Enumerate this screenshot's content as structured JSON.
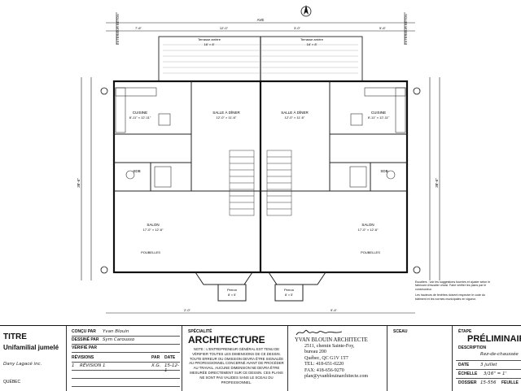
{
  "plan": {
    "top_dim": "AVE",
    "left_wall_note": "EXTÉRIEUR BÉTON",
    "right_wall_note": "EXTÉRIEUR BÉTON",
    "terrasse": "Terrasse arrière",
    "terrasse_dim": "16' × 8'",
    "rooms": {
      "cuisine": "CUISINE",
      "cuisine_dim": "8'-11\" × 12'-11\"",
      "salle_a_diner": "SALLE À DÎNER",
      "salle_dim": "12'-0\" × 11'-6\"",
      "sdb": "SDB",
      "salon": "SALON",
      "salon_dim": "17'-0\" × 12'-6\"",
      "poubelles": "POUBELLES",
      "perron": "Perron",
      "perron_dim": "8' × 5'"
    },
    "dims": {
      "overall": "38'-6\"",
      "side": "38'-6\"",
      "d1": "7'-6\"",
      "d2": "12'-0\"",
      "d3": "3'-0\"",
      "d4": "5'-6\"",
      "d5": "2'-0\"",
      "d6": "9'-4\""
    },
    "notes_right": "Escaliers : voir les suggestions fournies et ajuster selon le fabricant d'escalier choisi. Faire vérifier les plans par le constructeur.",
    "notes_right2": "Les hauteurs de fenêtres doivent respecter le code du bâtiment et les normes municipales en vigueur."
  },
  "title_block": {
    "titre_label": "TITRE",
    "titre_value": "Unifamilial jumelé",
    "client": "Dany Lagacé inc.",
    "location": "QUÉBEC",
    "concu_par_label": "CONÇU PAR",
    "concu_par_value": "Yvan Blouin",
    "dessine_par_label": "DESSINÉ PAR",
    "dessine_par_value": "Sym Carousso",
    "verifie_par_label": "VÉRIFIÉ PAR",
    "revisions_label": "RÉVISIONS",
    "par_label": "PAR",
    "date_label": "DATE",
    "revision_no": "1",
    "revision_text": "RÉVISION 1",
    "revision_par": "X.G.",
    "revision_date": "15-12-1",
    "specialite_label": "SPÉCIALITÉ",
    "specialite_value": "ARCHITECTURE",
    "note_text": "NOTE : L'ENTREPRENEUR GÉNÉRAL EST TENU DE VÉRIFIER TOUTES LES DIMENSIONS DE CE DESSIN. TOUTE ERREUR OU OMISSION DEVRA ÊTRE SIGNALÉE AU PROFESSIONNEL CONCERNÉ AVANT DE PROCÉDER AU TRAVAIL. AUCUNE DIMENSION NE DEVRA ÊTRE MESURÉE DIRECTEMENT SUR CE DESSIN. CES PLANS NE SONT PAS VALIDES SANS LE SCEAU DU PROFESSIONNEL.",
    "firm_name": "YVAN BLOUIN ARCHITECTE",
    "firm_address1": "2511, chemin Sainte-Foy,",
    "firm_address2": "bureau 200",
    "firm_address3": "Québec, QC G1V 1T7",
    "firm_tel": "TEL: 418-651-0220",
    "firm_fax": "FAX: 418-656-9270",
    "firm_email": "plan@yvanblouinarchitecte.com",
    "sceau_label": "SCEAU",
    "etape_label": "ÉTAPE",
    "etape_value": "PRÉLIMINAIRE",
    "description_label": "DESCRIPTION",
    "description_value": "Rez-de-chaussée",
    "date_field_label": "DATE",
    "date_value": "3 juillet",
    "echelle_label": "ÉCHELLE",
    "echelle_value": "3/16\" = 1'",
    "dossier_label": "DOSSIER",
    "dossier_value": "15-556",
    "feuille_label": "FEUILLE"
  }
}
